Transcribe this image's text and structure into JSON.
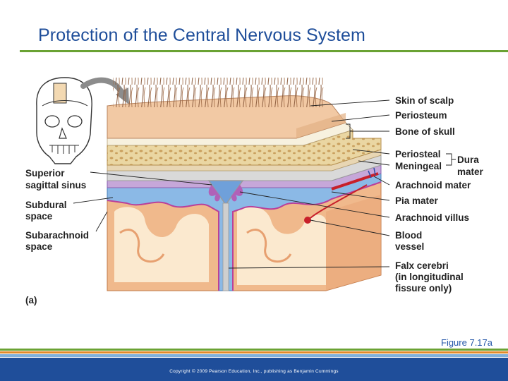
{
  "page": {
    "title": "Protection of the Central Nervous System",
    "figure_ref": "Figure 7.17a",
    "copyright": "Copyright © 2009 Pearson Education, Inc., publishing as Benjamin Cummings"
  },
  "diagram": {
    "panel_label": "(a)",
    "labels_right": {
      "skin_of_scalp": "Skin of scalp",
      "periosteum": "Periosteum",
      "bone_of_skull": "Bone of skull",
      "periosteal": "Periosteal",
      "meningeal": "Meningeal",
      "dura_line1": "Dura",
      "dura_line2": "mater",
      "arachnoid_mater": "Arachnoid mater",
      "pia_mater": "Pia mater",
      "arachnoid_villus": "Arachnoid villus",
      "blood_line1": "Blood",
      "blood_line2": "vessel",
      "falx_line1": "Falx cerebri",
      "falx_line2": "(in longitudinal",
      "falx_line3": "fissure only)"
    },
    "labels_left": {
      "superior_line1": "Superior",
      "superior_line2": "sagittal sinus",
      "subdural_line1": "Subdural",
      "subdural_line2": "space",
      "subarachnoid_line1": "Subarachnoid",
      "subarachnoid_line2": "space"
    },
    "colors": {
      "title": "#1f4e9a",
      "title_rule": "#6aa233",
      "skin": "#f2c9a4",
      "hair": "#8a5a3c",
      "bone": "#ecd9a8",
      "dura": "#d9d9d9",
      "arachnoid": "#b8a0cc",
      "csf": "#8bb9e6",
      "brain": "#f0b98c",
      "white_matter": "#fbe9cf",
      "vessel": "#c8202a"
    }
  }
}
